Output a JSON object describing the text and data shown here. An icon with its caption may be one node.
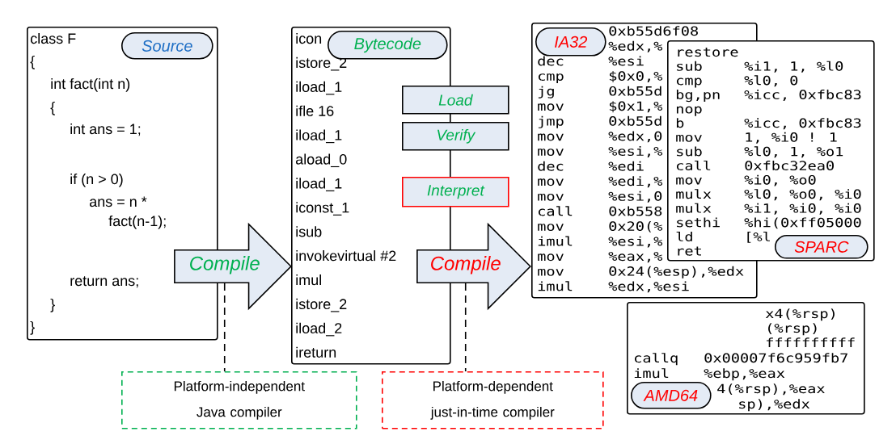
{
  "diagram": {
    "nodes": [
      {
        "text": [
          "class F",
          "{",
          "int fact(int n)",
          "{",
          "int ans = 1;",
          "if (n > 0)",
          "ans = n *",
          "fact(n-1);",
          "return ans;",
          "}",
          "}"
        ]
      },
      {
        "text": [
          "Source"
        ],
        "in": 0
      },
      {
        "text": [
          "icon",
          "istore_2",
          "iload_1",
          "ifle 16",
          "iload_1",
          "aload_0",
          "iload_1",
          "iconst_1",
          "isub",
          "invokevirtual #2",
          "imul",
          "istore_2",
          "iload_2",
          "ireturn"
        ]
      },
      {
        "text": [
          "Bytecode"
        ],
        "in": 2
      },
      {
        "text": [
          "Load"
        ]
      },
      {
        "text": [
          "Verify"
        ]
      },
      {
        "text": [
          "Interpret"
        ]
      },
      {
        "text": [
          "Compile"
        ]
      },
      {
        "text": [
          "Compile"
        ]
      },
      {
        "text": [
          "0xb55d6f08",
          "%edx,%",
          "dec",
          "%esi",
          "cmp",
          "$0x0,%",
          "jg",
          "0xb55d",
          "mov",
          "$0x1,%",
          "jmp",
          "0xb55d",
          "mov",
          "%edx,0",
          "mov",
          "%esi,%",
          "dec",
          "%edi",
          "mov",
          "%edi,%",
          "mov",
          "%esi,0",
          "call",
          "0xb558",
          "mov",
          "0x20(%",
          "imul",
          "%esi,%",
          "mov",
          "%eax,%",
          "mov",
          "0x24(%esp),%edx",
          "imul",
          "%edx,%esi"
        ]
      },
      {
        "text": [
          "IA32"
        ],
        "in": 9
      },
      {
        "text": [
          "restore",
          "sub",
          "%i1, 1, %l0",
          "cmp",
          "%l0, 0",
          "bg,pn",
          "%icc, 0xfbc83",
          "nop",
          "b",
          "%icc, 0xfbc83",
          "mov",
          "1, %i0 ! 1",
          "sub",
          "%l0, 1, %o1",
          "call",
          "0xfbc32ea0",
          "mov",
          "%i0, %o0",
          "mulx",
          "%l0, %o0, %i0",
          "mulx",
          "%i1, %i0, %i0",
          "sethi",
          "%hi(0xff05000",
          "ld",
          "[%l",
          "ret"
        ]
      },
      {
        "text": [
          "SPARC"
        ],
        "in": 11
      },
      {
        "text": [
          "x4(%rsp)",
          "(%rsp)",
          "ffffffffff",
          "callq",
          "0x00007f6c959fb7",
          "imul",
          "%ebp,%eax",
          "4(%rsp),%eax",
          "sp),%edx"
        ]
      },
      {
        "text": [
          "AMD64"
        ],
        "in": 13
      },
      {
        "text": [
          "Platform-independent Java compiler"
        ]
      },
      {
        "text": [
          "Platform-dependent just-in-time compiler"
        ]
      }
    ],
    "edges": [
      {
        "from": 7,
        "to": 15,
        "arrow": "none",
        "style": "dashed"
      },
      {
        "from": 8,
        "to": 16,
        "arrow": "none",
        "style": "dashed"
      }
    ]
  }
}
